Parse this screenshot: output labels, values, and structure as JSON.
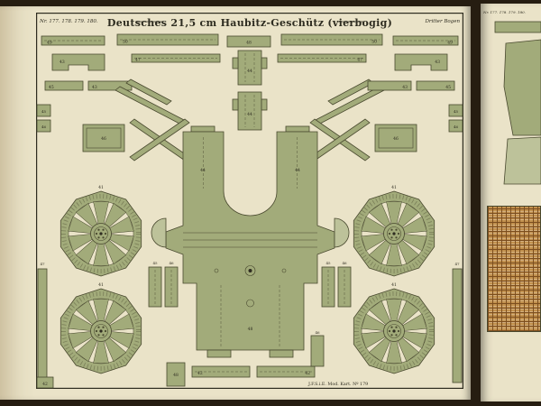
{
  "colors": {
    "photo_bg": "#261d11",
    "paper": "#eae3c8",
    "part_fill": "#a2ab7a",
    "part_fill_light": "#bdc29a",
    "part_outline": "#49492f",
    "ink": "#2e2c20",
    "weave_base": "#c2914e",
    "weave_line": "#7c4e1f"
  },
  "main_sheet": {
    "header": {
      "sheet_numbers": "Nr. 177. 178. 179. 180.",
      "title": "Deutsches 21,5 cm Haubitz-Geschütz (vierbogig)",
      "edition_note": "Dritter Bogen"
    },
    "footer": {
      "imprint": "J.F.S.i.E. Mod. Kart. Nº 179"
    }
  },
  "side_sheet": {
    "sheet_numbers": "Nr. 177. 178. 179. 180."
  },
  "part_labels": {
    "n41": "41",
    "n42": "42",
    "n43": "43",
    "n44": "44",
    "n45": "45",
    "n46": "46",
    "n47": "47",
    "n48": "48",
    "n49": "49",
    "n50": "50"
  }
}
